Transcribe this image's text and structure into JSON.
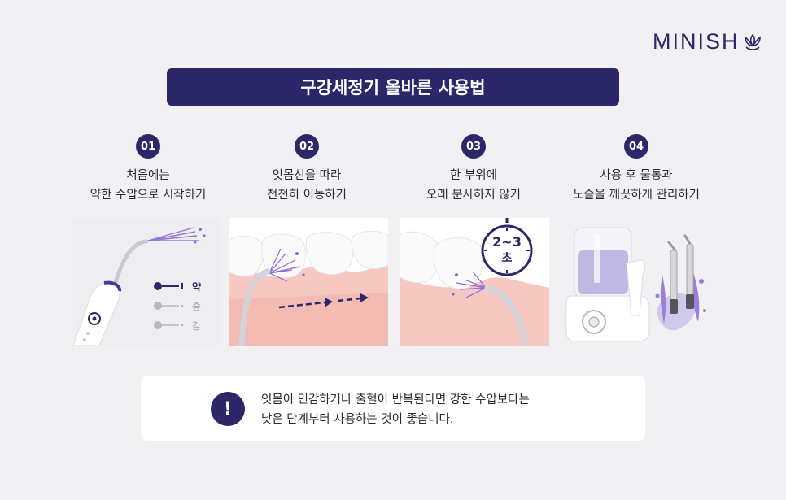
{
  "brand": {
    "name": "MINISH",
    "logo_icon": "lotus-icon"
  },
  "title": "구강세정기 올바른 사용법",
  "steps": [
    {
      "num": "01",
      "line1": "처음에는",
      "line2": "약한 수압으로 시작하기"
    },
    {
      "num": "02",
      "line1": "잇몸선을 따라",
      "line2": "천천히 이동하기"
    },
    {
      "num": "03",
      "line1": "한 부위에",
      "line2": "오래 분사하지 않기"
    },
    {
      "num": "04",
      "line1": "사용 후 물통과",
      "line2": "노즐을 깨끗하게 관리하기"
    }
  ],
  "pressure_levels": {
    "weak": "약",
    "medium": "중",
    "strong": "강"
  },
  "timer": {
    "line1": "2~3",
    "line2": "초"
  },
  "notice": {
    "icon": "exclamation-icon",
    "icon_glyph": "!",
    "line1": "잇몸이 민감하거나 출혈이 반복된다면 강한 수압보다는",
    "line2": "낮은 단계부터 사용하는 것이 좋습니다."
  },
  "colors": {
    "brand": "#2b2768",
    "accent_purple": "#7a5bd0",
    "background": "#f1f1f3"
  }
}
